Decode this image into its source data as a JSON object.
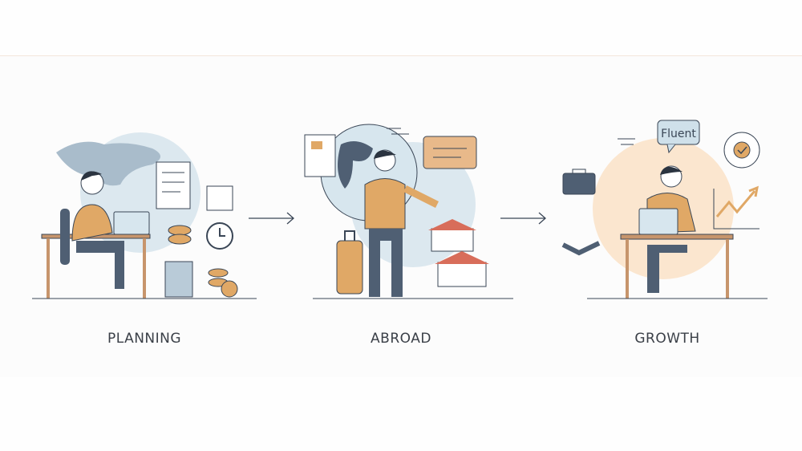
{
  "stages": [
    {
      "label": "PLANNING"
    },
    {
      "label": "ABROAD"
    },
    {
      "label": "GROWTH",
      "bubble_text": "Fluent"
    }
  ],
  "colors": {
    "accent": "#e0a866",
    "blue": "#d7e6ee",
    "peach": "#fbe6cf",
    "ink": "#3a4656",
    "pants": "#4f5f73"
  }
}
